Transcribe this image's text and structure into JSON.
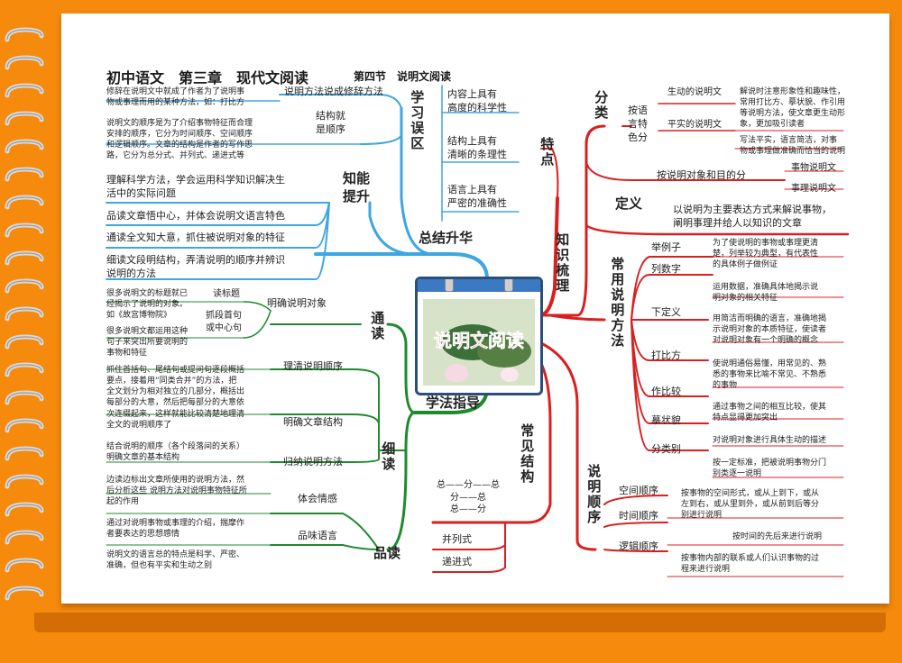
{
  "header": {
    "title": "初中语文　第三章　现代文阅读",
    "section": "第四节　说明文阅读"
  },
  "center_label": "说明文阅读",
  "colors": {
    "blue": "#3ea6e0",
    "green": "#1e8a2c",
    "red": "#d92020",
    "background": "#f58a0c"
  },
  "summary": {
    "main": "总结升华",
    "learn_errors": "学习误区",
    "errors": [
      {
        "topic": "说明方法说成修辞方法",
        "text": "修辞在说明文中就成了作者为了说明事\n物或事理而用的某种方法，如：打比方"
      },
      {
        "topic": "结构就\n是顺序",
        "text": "说明文的顺序是为了介绍事物特征而合理\n安排的顺序，它分为时间顺序、空间顺序\n和逻辑顺序。文章的结构是作者的写作思\n路，它分为总分式、并列式、递进式等"
      }
    ],
    "ability": "知能提升",
    "abilities": [
      "理解科学方法，学会运用科学知识解决生\n活中的实际问题",
      "品读文章悟中心，并体会说明文语言特色",
      "通读全文知大意，抓住被说明对象的特征",
      "细读文段明结构，弄清说明的顺序并辨识\n说明的方法"
    ]
  },
  "guide": {
    "main": "学法指导",
    "tong": "通读",
    "tong_topic": "明确说明对象",
    "tong_sub1": "读标题",
    "tong_sub1_text": "很多说明文的标题就已\n经揭示了说明的对象。\n如《故宫博物院》",
    "tong_sub2": "抓段首句\n或中心句",
    "tong_sub2_text": "很多说明文都运用这种\n句子来突出所要说明的\n事物和特征",
    "xi": "细读",
    "xi_items": [
      {
        "topic": "理清说明顺序",
        "text": "抓住首括句、尾结句或提问句逐段概括\n要点，接着用“同类合并”的方法，把\n全文划分为相对独立的几部分，概括出\n每部分的大意，然后把每部分的大意依\n次连缀起来，这样就能比较清楚地理清\n全文的说明顺序了"
      },
      {
        "topic": "明确文章结构",
        "text": "结合说明的顺序（各个段落间的关系）\n明确文章的基本结构"
      },
      {
        "topic": "归纳说明方法",
        "text": "边读边标出文章所使用的说明方法，然\n后分析这些 说明方法对说明事物特征所\n起的作用"
      }
    ],
    "pin": "品读",
    "pin_items": [
      {
        "topic": "体会情感",
        "text": "通过对说明事物或事理的介绍，揣摩作\n者要表达的思想感情"
      },
      {
        "topic": "品味语言",
        "text": "说明文的语言总的特点是科学、严密、\n准确，但也有平实和生动之别"
      }
    ]
  },
  "knowledge": {
    "main": "知识梳理",
    "features_label": "特点",
    "features": [
      "内容上具有\n高度的科学性",
      "结构上具有\n清晰的条理性",
      "语言上具有\n严密的准确性"
    ],
    "classify_label": "分类",
    "by_language": "按语\n言特\n色分",
    "lively": "生动的说明文",
    "lively_text": "解说时注意形象性和趣味性，\n常用打比方、摹状貌、作引用\n等说明方法，使文章更生动形\n象，更加吸引读者",
    "plain": "平实的说明文",
    "plain_text": "写法平实，语言简洁，对事\n物或事理做准确而恰当的说明",
    "by_object": "按说明对象和目的分",
    "thing": "事物说明文",
    "reason": "事理说明文",
    "definition_label": "定义",
    "definition": "以说明为主要表达方式来解说事物，\n阐明事理并给人以知识的文章",
    "methods_label": "常用说明方法",
    "methods": [
      {
        "name": "举例子",
        "text": "为了使说明的事物或事理更清\n楚，列举较为典型，有代表性\n的具体例子做例证"
      },
      {
        "name": "列数字",
        "text": "运用数据，准确具体地揭示说\n明对象的相关特征"
      },
      {
        "name": "下定义",
        "text": "用简洁而明确的语言，准确地揭\n示说明对象的本质特征，使读者\n对说明对象有一个明确的概念"
      },
      {
        "name": "打比方",
        "text": "使说明通俗易懂，用常见的、熟\n悉的事物来比喻不常见、不熟悉\n的事物"
      },
      {
        "name": "作比较",
        "text": "通过事物之间的相互比较，使其\n特点显得更加突出"
      },
      {
        "name": "摹状貌",
        "text": "对说明对象进行具体生动的描述"
      },
      {
        "name": "分类别",
        "text": "按一定标准，把被说明事物分门\n别类逐一说明"
      }
    ],
    "order_label": "说明顺序",
    "orders": [
      {
        "name": "空间顺序",
        "text": "按事物的空间形式，或从上到下，或从\n左到右，或从里到外，或从前到后等分\n别进行说明"
      },
      {
        "name": "时间顺序",
        "text": "按时间的先后来进行说明"
      },
      {
        "name": "逻辑顺序",
        "text": "按事物内部的联系或人们认识事物的过\n程来进行说明"
      }
    ],
    "structure_label": "常见结构",
    "structures": [
      "总——分——总\n分——总\n总——分",
      "并列式",
      "递进式"
    ]
  }
}
